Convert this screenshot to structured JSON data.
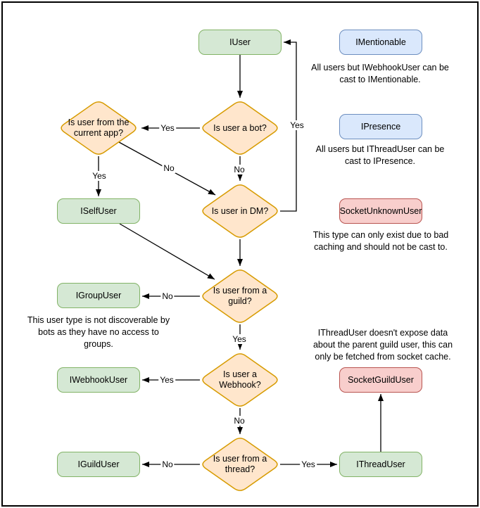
{
  "diagram": {
    "kind": "flowchart",
    "palette": {
      "interface": {
        "fill": "#d5e8d4",
        "stroke": "#82b366"
      },
      "castable": {
        "fill": "#dae8fc",
        "stroke": "#6c8ebf"
      },
      "socket": {
        "fill": "#f8cecc",
        "stroke": "#b85450"
      },
      "decision": {
        "fill": "#ffe6cc",
        "stroke": "#d79b00"
      },
      "edge_color": "#000000",
      "border_color": "#000000"
    },
    "nodes": [
      {
        "id": "iuser",
        "label": "IUser",
        "kind": "interface"
      },
      {
        "id": "imentionable",
        "label": "IMentionable",
        "kind": "castable"
      },
      {
        "id": "ipresence",
        "label": "IPresence",
        "kind": "castable"
      },
      {
        "id": "iselfuser",
        "label": "ISelfUser",
        "kind": "interface"
      },
      {
        "id": "socketunknownuser",
        "label": "SocketUnknownUser",
        "kind": "socket"
      },
      {
        "id": "igroupuser",
        "label": "IGroupUser",
        "kind": "interface"
      },
      {
        "id": "iwebhookuser",
        "label": "IWebhookUser",
        "kind": "interface"
      },
      {
        "id": "socketguilduser",
        "label": "SocketGuildUser",
        "kind": "socket"
      },
      {
        "id": "iguilduser",
        "label": "IGuildUser",
        "kind": "interface"
      },
      {
        "id": "ithreaduser",
        "label": "IThreadUser",
        "kind": "interface"
      }
    ],
    "decisions": [
      {
        "id": "is-user-a-bot",
        "label": "Is user a bot?"
      },
      {
        "id": "is-user-from-current-app",
        "label": "Is user from the\ncurrent app?"
      },
      {
        "id": "is-user-in-dm",
        "label": "Is user in DM?"
      },
      {
        "id": "is-user-from-guild",
        "label": "Is user from a\nguild?"
      },
      {
        "id": "is-user-a-webhook",
        "label": "Is user a\nWebhook?"
      },
      {
        "id": "is-user-from-thread",
        "label": "Is user from a\nthread?"
      }
    ],
    "edge_labels": [
      {
        "edge": "bot-to-current-app",
        "text": "Yes"
      },
      {
        "edge": "bot-to-dm",
        "text": "No"
      },
      {
        "edge": "dm-to-iuser",
        "text": "Yes"
      },
      {
        "edge": "current-app-to-iselfuser",
        "text": "Yes"
      },
      {
        "edge": "current-app-to-dm",
        "text": "No"
      },
      {
        "edge": "guild-to-igroupuser",
        "text": "No"
      },
      {
        "edge": "guild-to-webhook",
        "text": "Yes"
      },
      {
        "edge": "webhook-to-iwebhookuser",
        "text": "Yes"
      },
      {
        "edge": "webhook-to-thread",
        "text": "No"
      },
      {
        "edge": "thread-to-iguilduser",
        "text": "No"
      },
      {
        "edge": "thread-to-ithreaduser",
        "text": "Yes"
      }
    ],
    "captions": [
      {
        "id": "imentionable-note",
        "text": "All users but IWebhookUser can be\ncast to IMentionable."
      },
      {
        "id": "ipresence-note",
        "text": "All users but IThreadUser can be\ncast to IPresence."
      },
      {
        "id": "socketunknownuser-note",
        "text": "This type can only exist due to bad\ncaching and should not be cast to."
      },
      {
        "id": "igroupuser-note",
        "text": "This user type is not discoverable by\nbots as they have no access to\ngroups."
      },
      {
        "id": "ithreaduser-note",
        "text": "IThreadUser doesn't expose data\nabout the parent guild user, this can\nonly be fetched from socket cache."
      }
    ]
  }
}
